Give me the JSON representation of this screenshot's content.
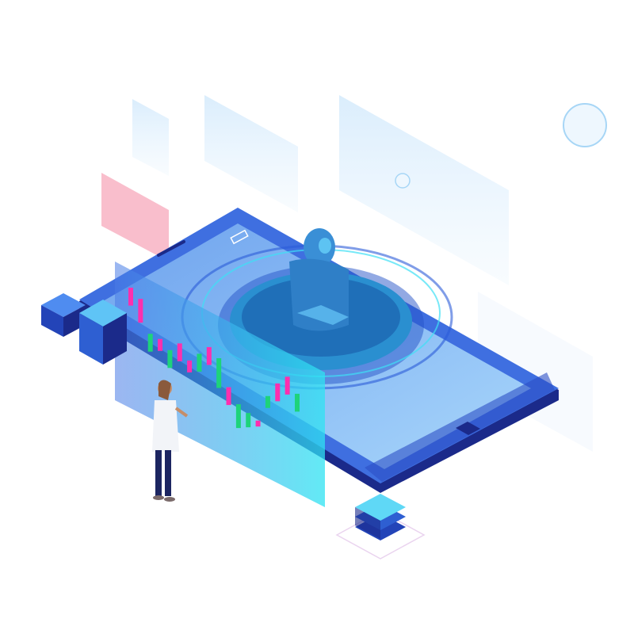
{
  "illustration": {
    "colors": {
      "phone_frame": "#3f6fe0",
      "phone_edge": "#1b2a8a",
      "screen": "#7fb6f5",
      "screen_light": "#a9d3fb",
      "hologram": "#38d6f0",
      "robot": "#3a8fd6",
      "candle_up": "#1ed37a",
      "candle_down": "#ff2fae",
      "panel_pink": "#f7a3b7",
      "panel_blue": "#cfe6fb"
    },
    "candles": [
      {
        "dir": "down",
        "o": 0.85,
        "c": 0.7
      },
      {
        "dir": "down",
        "o": 0.8,
        "c": 0.6
      },
      {
        "dir": "up",
        "o": 0.4,
        "c": 0.55
      },
      {
        "dir": "down",
        "o": 0.55,
        "c": 0.45
      },
      {
        "dir": "up",
        "o": 0.35,
        "c": 0.5
      },
      {
        "dir": "down",
        "o": 0.6,
        "c": 0.45
      },
      {
        "dir": "down",
        "o": 0.5,
        "c": 0.4
      },
      {
        "dir": "up",
        "o": 0.45,
        "c": 0.6
      },
      {
        "dir": "down",
        "o": 0.7,
        "c": 0.55
      },
      {
        "dir": "up",
        "o": 0.4,
        "c": 0.65
      },
      {
        "dir": "down",
        "o": 0.45,
        "c": 0.3
      },
      {
        "dir": "up",
        "o": 0.15,
        "c": 0.35
      },
      {
        "dir": "up",
        "o": 0.2,
        "c": 0.32
      },
      {
        "dir": "down",
        "o": 0.3,
        "c": 0.25
      },
      {
        "dir": "up",
        "o": 0.45,
        "c": 0.55
      },
      {
        "dir": "down",
        "o": 0.7,
        "c": 0.55
      },
      {
        "dir": "down",
        "o": 0.8,
        "c": 0.65
      },
      {
        "dir": "up",
        "o": 0.55,
        "c": 0.7
      }
    ]
  }
}
